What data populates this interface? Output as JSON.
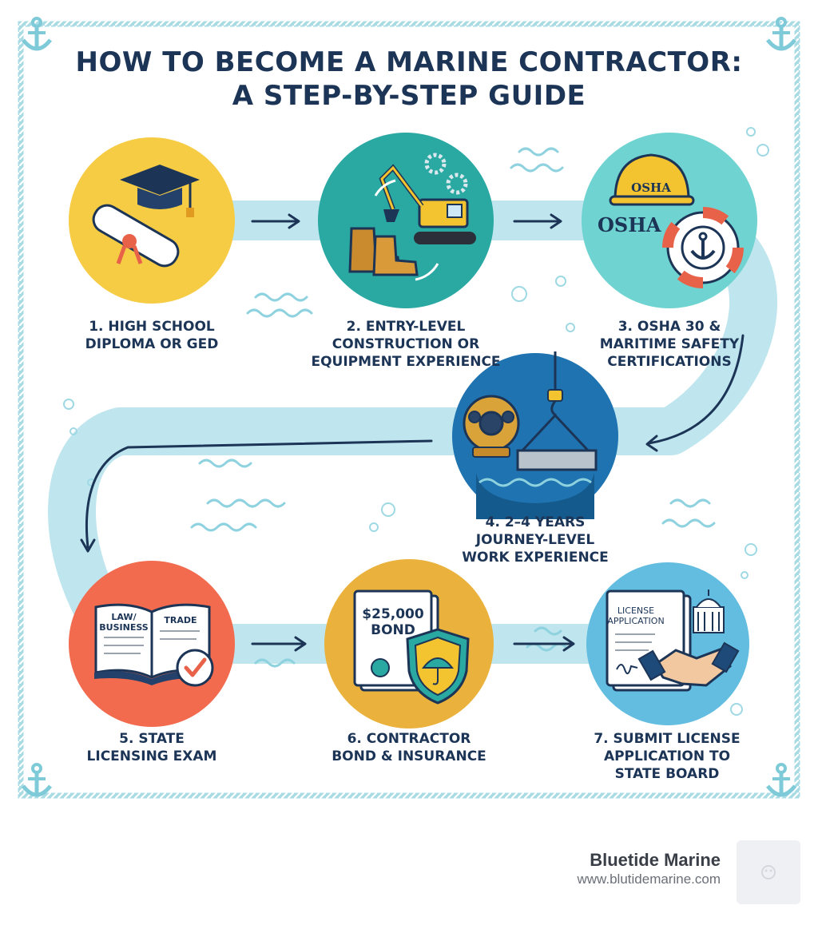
{
  "title": {
    "line1": "HOW TO BECOME A MARINE CONTRACTOR:",
    "line2": "A STEP-BY-STEP GUIDE"
  },
  "steps": [
    {
      "lines": [
        "1. HIGH SCHOOL",
        "DIPLOMA OR GED"
      ],
      "circle_color": "#f6cc45",
      "icon": "diploma-graduation-cap-icon"
    },
    {
      "lines": [
        "2. ENTRY-LEVEL",
        "CONSTRUCTION OR",
        "EQUIPMENT EXPERIENCE"
      ],
      "circle_color": "#2aa8a2",
      "icon": "excavator-boots-gears-icon"
    },
    {
      "lines": [
        "3. OSHA 30 &",
        "MARITIME SAFETY",
        "CERTIFICATIONS"
      ],
      "circle_color": "#6fd3d1",
      "icon": "hard-hat-life-ring-icon"
    },
    {
      "lines": [
        "4. 2–4 YEARS",
        "JOURNEY-LEVEL",
        "WORK EXPERIENCE"
      ],
      "circle_color": "#1e73b0",
      "icon": "diving-helmet-crane-icon"
    },
    {
      "lines": [
        "5. STATE",
        "LICENSING EXAM"
      ],
      "circle_color": "#f26b4e",
      "icon": "book-checkmark-icon"
    },
    {
      "lines": [
        "6. CONTRACTOR",
        "BOND & INSURANCE"
      ],
      "circle_color": "#eab23c",
      "icon": "bond-shield-umbrella-icon"
    },
    {
      "lines": [
        "7. SUBMIT LICENSE",
        "APPLICATION TO",
        "STATE BOARD"
      ],
      "circle_color": "#63bde0",
      "icon": "license-application-handshake-icon"
    }
  ],
  "icon_text": {
    "osha_hat": "OSHA",
    "osha_logo": "OSHA",
    "book_left_1": "LAW/",
    "book_left_2": "BUSINESS",
    "book_right": "TRADE",
    "bond_1": "$25,000",
    "bond_2": "BOND",
    "license_1": "LICENSE",
    "license_2": "APPLICATION"
  },
  "brand": {
    "name": "Bluetide Marine",
    "url": "www.blutidemarine.com"
  },
  "colors": {
    "title": "#1c3557",
    "path": "#bfe6ee",
    "border": "#7ecad8",
    "arrow": "#1c3557"
  }
}
